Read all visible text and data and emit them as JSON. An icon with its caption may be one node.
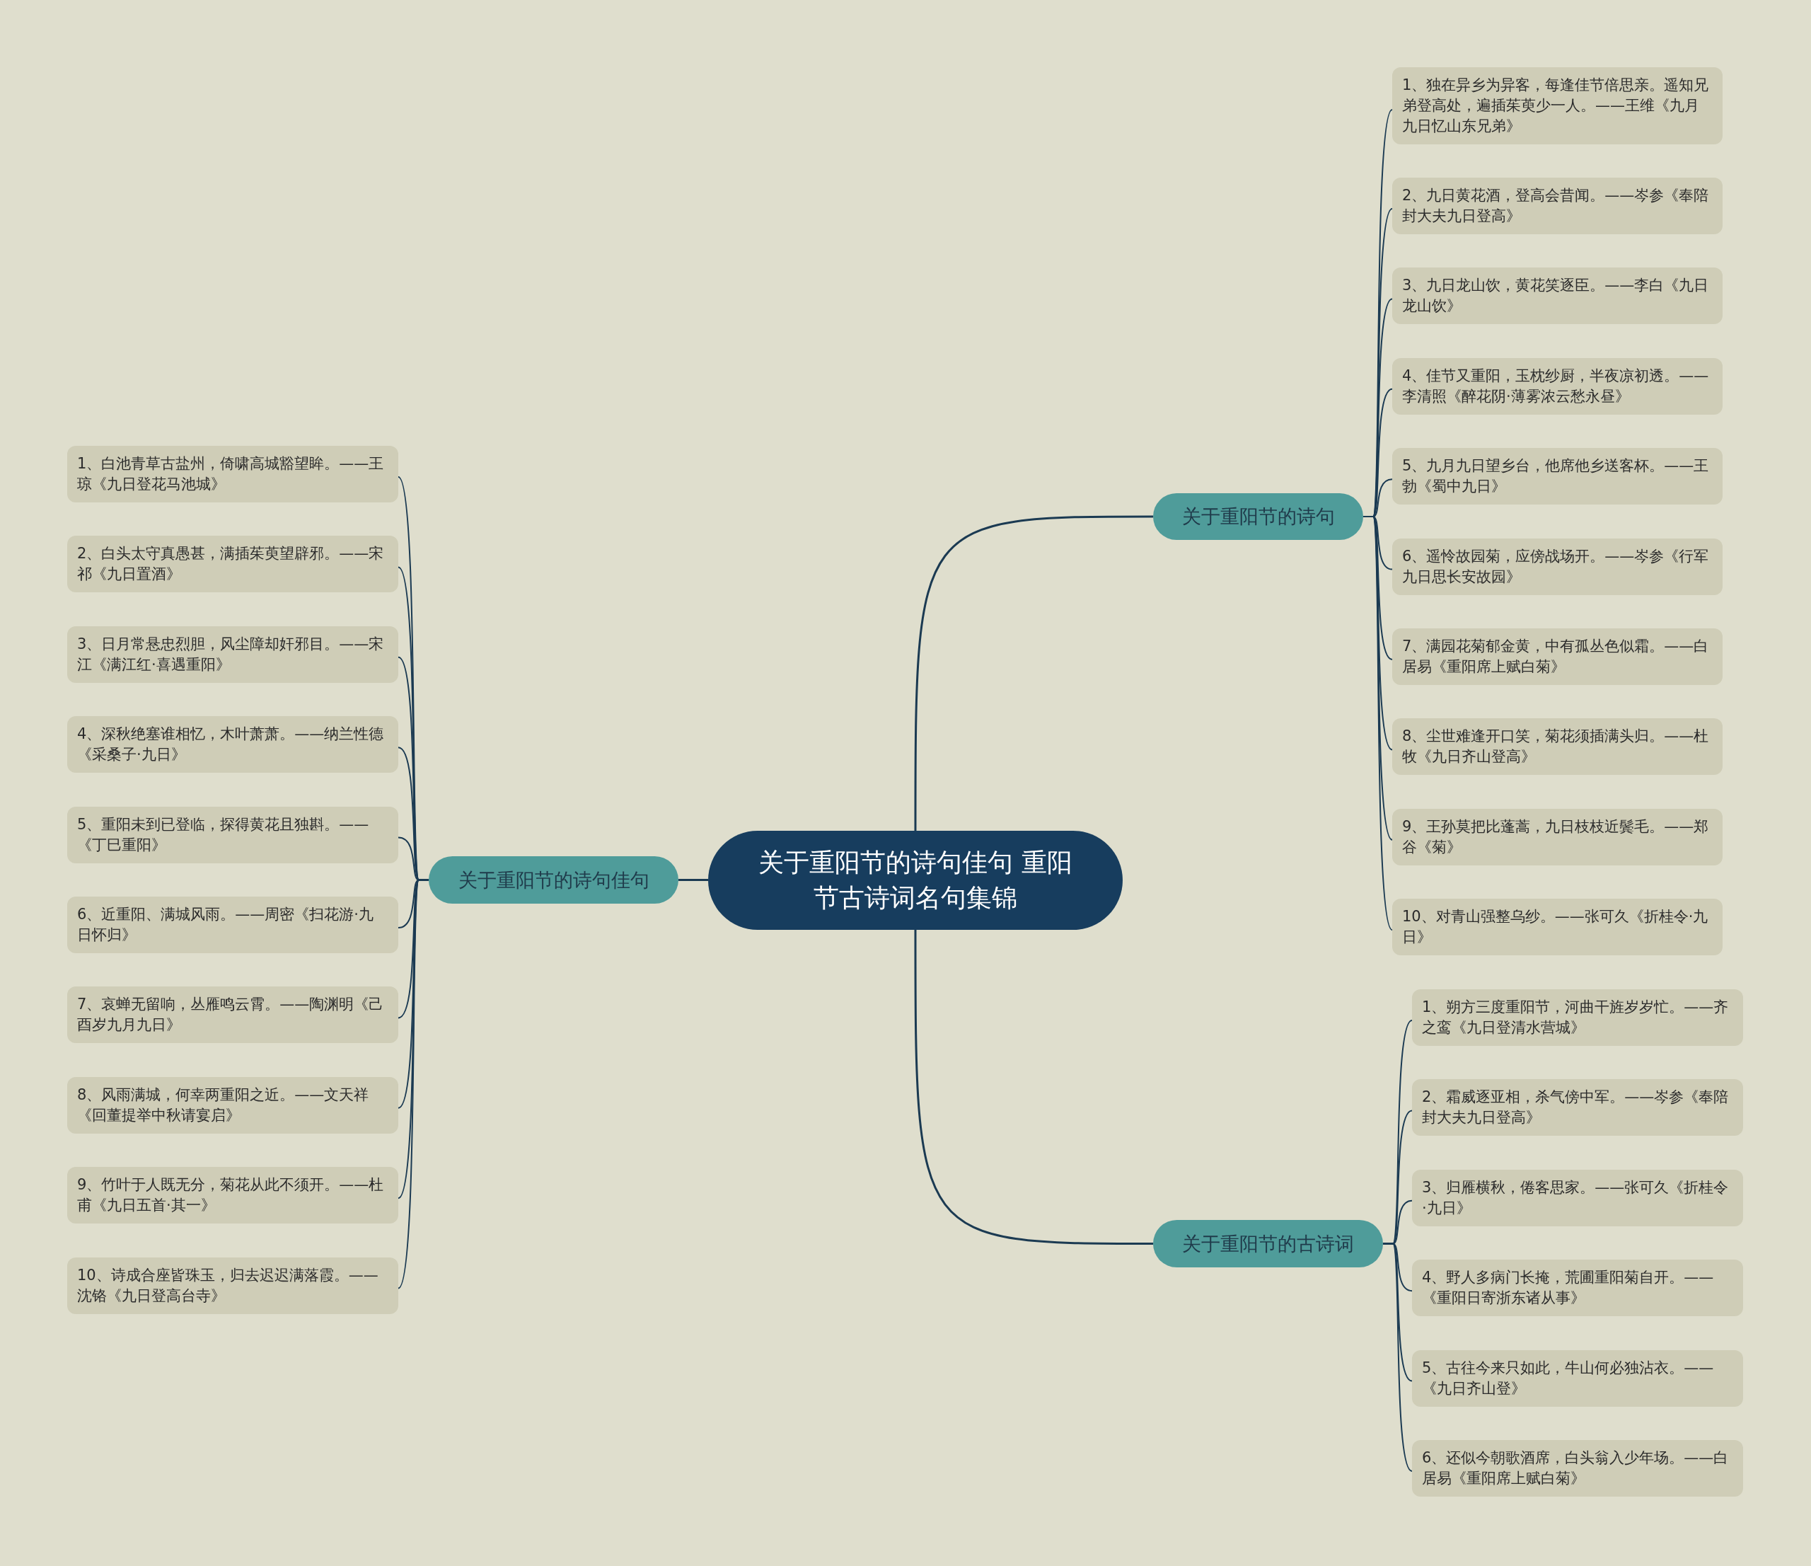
{
  "diagram": {
    "nodes": [
      {
        "text": [
          "关于重阳节的诗句佳句 重阳节古诗词名句集锦"
        ]
      },
      {
        "text": [
          "关于重阳节的诗句"
        ]
      },
      {
        "text": [
          "1、独在异乡为异客，每逢佳节倍思亲。遥知兄弟登高处，遍插茱萸少一人。——王维《九月九日忆山东兄弟》"
        ]
      },
      {
        "text": [
          "2、九日黄花酒，登高会昔闻。——岑参《奉陪封大夫九日登高》"
        ]
      },
      {
        "text": [
          "3、九日龙山饮，黄花笑逐臣。——李白《九日龙山饮》"
        ]
      },
      {
        "text": [
          "4、佳节又重阳，玉枕纱厨，半夜凉初透。——李清照《醉花阴·薄雾浓云愁永昼》"
        ]
      },
      {
        "text": [
          "5、九月九日望乡台，他席他乡送客杯。——王勃《蜀中九日》"
        ]
      },
      {
        "text": [
          "6、遥怜故园菊，应傍战场开。——岑参《行军九日思长安故园》"
        ]
      },
      {
        "text": [
          "7、满园花菊郁金黄，中有孤丛色似霜。——白居易《重阳席上赋白菊》"
        ]
      },
      {
        "text": [
          "8、尘世难逢开口笑，菊花须插满头归。——杜牧《九日齐山登高》"
        ]
      },
      {
        "text": [
          "9、王孙莫把比蓬蒿，九日枝枝近鬓毛。——郑谷《菊》"
        ]
      },
      {
        "text": [
          "10、对青山强整乌纱。——张可久《折桂令·九日》"
        ]
      },
      {
        "text": [
          "关于重阳节的古诗词"
        ]
      },
      {
        "text": [
          "1、朔方三度重阳节，河曲干旌岁岁忙。——齐之鸾《九日登清水营城》"
        ]
      },
      {
        "text": [
          "2、霜威逐亚相，杀气傍中军。——岑参《奉陪封大夫九日登高》"
        ]
      },
      {
        "text": [
          "3、归雁横秋，倦客思家。——张可久《折桂令·九日》"
        ]
      },
      {
        "text": [
          "4、野人多病门长掩，荒圃重阳菊自开。——《重阳日寄浙东诸从事》"
        ]
      },
      {
        "text": [
          "5、古往今来只如此，牛山何必独沾衣。——《九日齐山登》"
        ]
      },
      {
        "text": [
          "6、还似今朝歌酒席，白头翁入少年场。——白居易《重阳席上赋白菊》"
        ]
      },
      {
        "text": [
          "关于重阳节的诗句佳句"
        ]
      },
      {
        "text": [
          "1、白池青草古盐州，倚啸高城豁望眸。——王琼《九日登花马池城》"
        ]
      },
      {
        "text": [
          "2、白头太守真愚甚，满插茱萸望辟邪。——宋祁《九日置酒》"
        ]
      },
      {
        "text": [
          "3、日月常悬忠烈胆，风尘障却奸邪目。——宋江《满江红·喜遇重阳》"
        ]
      },
      {
        "text": [
          "4、深秋绝塞谁相忆，木叶萧萧。——纳兰性德《采桑子·九日》"
        ]
      },
      {
        "text": [
          "5、重阳未到已登临，探得黄花且独斟。——《丁巳重阳》"
        ]
      },
      {
        "text": [
          "6、近重阳、满城风雨。——周密《扫花游·九日怀归》"
        ]
      },
      {
        "text": [
          "7、哀蝉无留响，丛雁鸣云霄。——陶渊明《己酉岁九月九日》"
        ]
      },
      {
        "text": [
          "8、风雨满城，何幸两重阳之近。——文天祥《回董提举中秋请宴启》"
        ]
      },
      {
        "text": [
          "9、竹叶于人既无分，菊花从此不须开。——杜甫《九日五首·其一》"
        ]
      },
      {
        "text": [
          "10、诗成合座皆珠玉，归去迟迟满落霞。——沈铬《九日登高台寺》"
        ]
      }
    ],
    "edges": [
      {
        "from": 0,
        "to": 1,
        "arrow": "none"
      },
      {
        "from": 1,
        "to": 2,
        "arrow": "none"
      },
      {
        "from": 1,
        "to": 3,
        "arrow": "none"
      },
      {
        "from": 1,
        "to": 4,
        "arrow": "none"
      },
      {
        "from": 1,
        "to": 5,
        "arrow": "none"
      },
      {
        "from": 1,
        "to": 6,
        "arrow": "none"
      },
      {
        "from": 1,
        "to": 7,
        "arrow": "none"
      },
      {
        "from": 1,
        "to": 8,
        "arrow": "none"
      },
      {
        "from": 1,
        "to": 9,
        "arrow": "none"
      },
      {
        "from": 1,
        "to": 10,
        "arrow": "none"
      },
      {
        "from": 1,
        "to": 11,
        "arrow": "none"
      },
      {
        "from": 0,
        "to": 12,
        "arrow": "none"
      },
      {
        "from": 12,
        "to": 13,
        "arrow": "none"
      },
      {
        "from": 12,
        "to": 14,
        "arrow": "none"
      },
      {
        "from": 12,
        "to": 15,
        "arrow": "none"
      },
      {
        "from": 12,
        "to": 16,
        "arrow": "none"
      },
      {
        "from": 12,
        "to": 17,
        "arrow": "none"
      },
      {
        "from": 12,
        "to": 18,
        "arrow": "none"
      },
      {
        "from": 0,
        "to": 19,
        "arrow": "none"
      },
      {
        "from": 19,
        "to": 20,
        "arrow": "none"
      },
      {
        "from": 19,
        "to": 21,
        "arrow": "none"
      },
      {
        "from": 19,
        "to": 22,
        "arrow": "none"
      },
      {
        "from": 19,
        "to": 23,
        "arrow": "none"
      },
      {
        "from": 19,
        "to": 24,
        "arrow": "none"
      },
      {
        "from": 19,
        "to": 25,
        "arrow": "none"
      },
      {
        "from": 19,
        "to": 26,
        "arrow": "none"
      },
      {
        "from": 19,
        "to": 27,
        "arrow": "none"
      },
      {
        "from": 19,
        "to": 28,
        "arrow": "none"
      },
      {
        "from": 19,
        "to": 29,
        "arrow": "none"
      }
    ]
  }
}
